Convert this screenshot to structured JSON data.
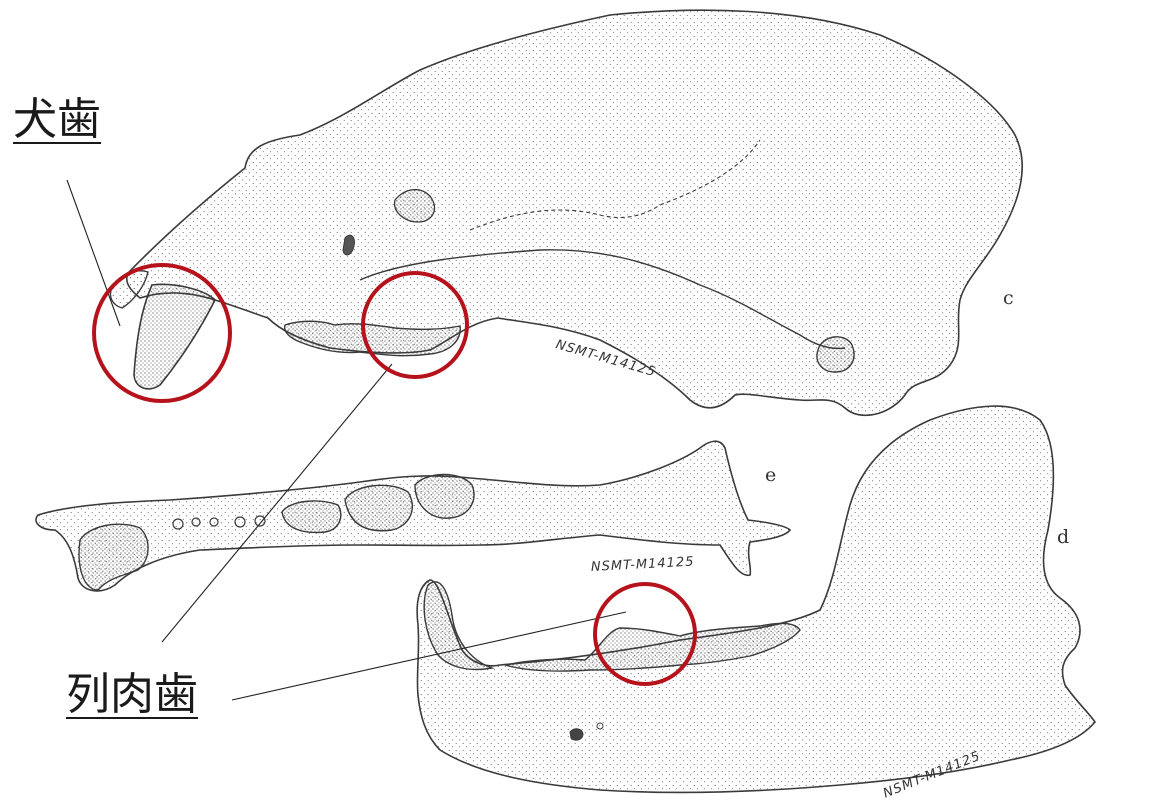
{
  "labels": {
    "canine": "犬歯",
    "carnassial": "列肉歯"
  },
  "view_letters": {
    "c": "c",
    "e": "e",
    "d": "d"
  },
  "specimen_numbers": {
    "skull": "NSMT-M14125",
    "dorsal": "NSMT-M14125",
    "mandible": "NSMT-M14125"
  },
  "colors": {
    "highlight_circle": "#b5121b",
    "ink": "#3a3a3a",
    "leader_line": "#222222"
  }
}
